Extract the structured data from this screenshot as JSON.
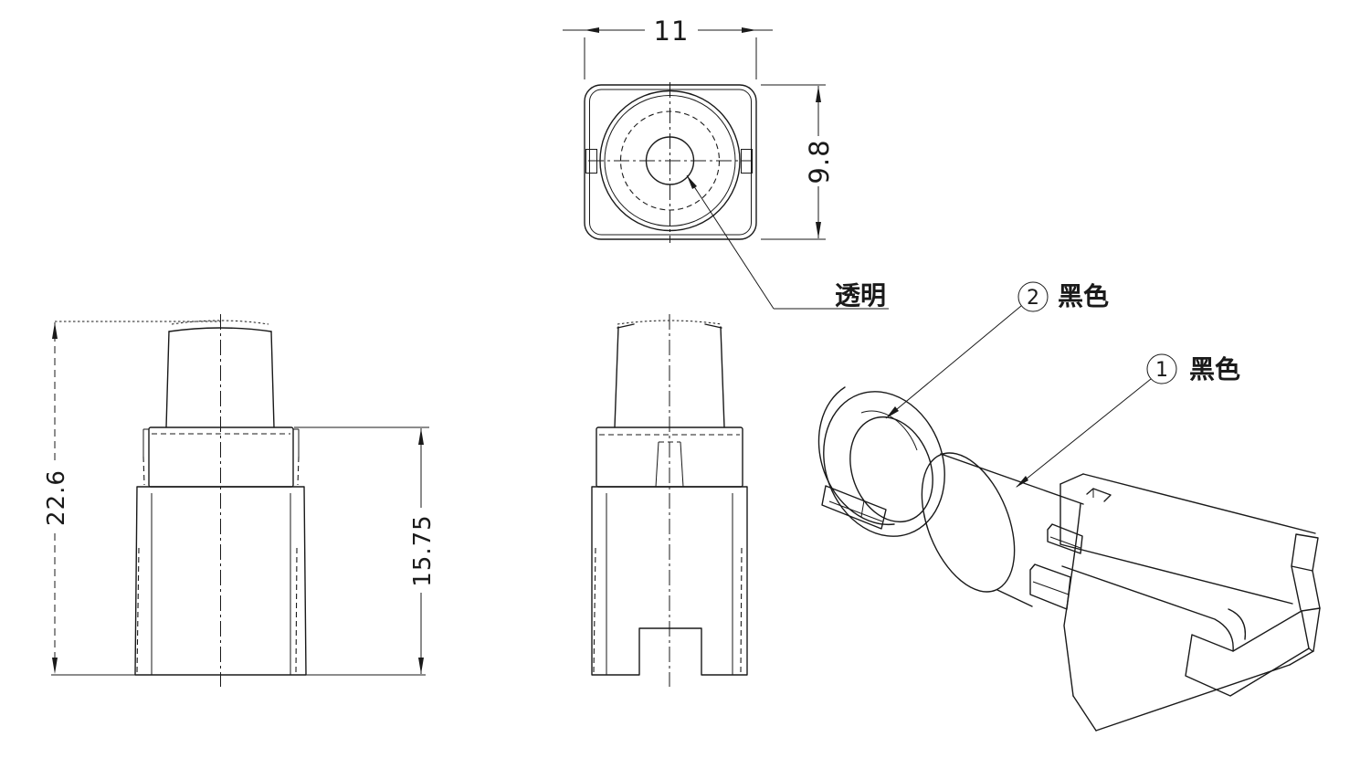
{
  "colors": {
    "line": "#1a1a1a",
    "background": "#ffffff"
  },
  "top_view": {
    "width_dim": "11",
    "height_dim": "9.8"
  },
  "front_view": {
    "overall_height_dim": "22.6",
    "body_height_dim": "15.75"
  },
  "callouts": {
    "transparent": {
      "label": "透明"
    },
    "part_1": {
      "balloon": "1",
      "label": "黑色"
    },
    "part_2": {
      "balloon": "2",
      "label": "黑色"
    }
  }
}
